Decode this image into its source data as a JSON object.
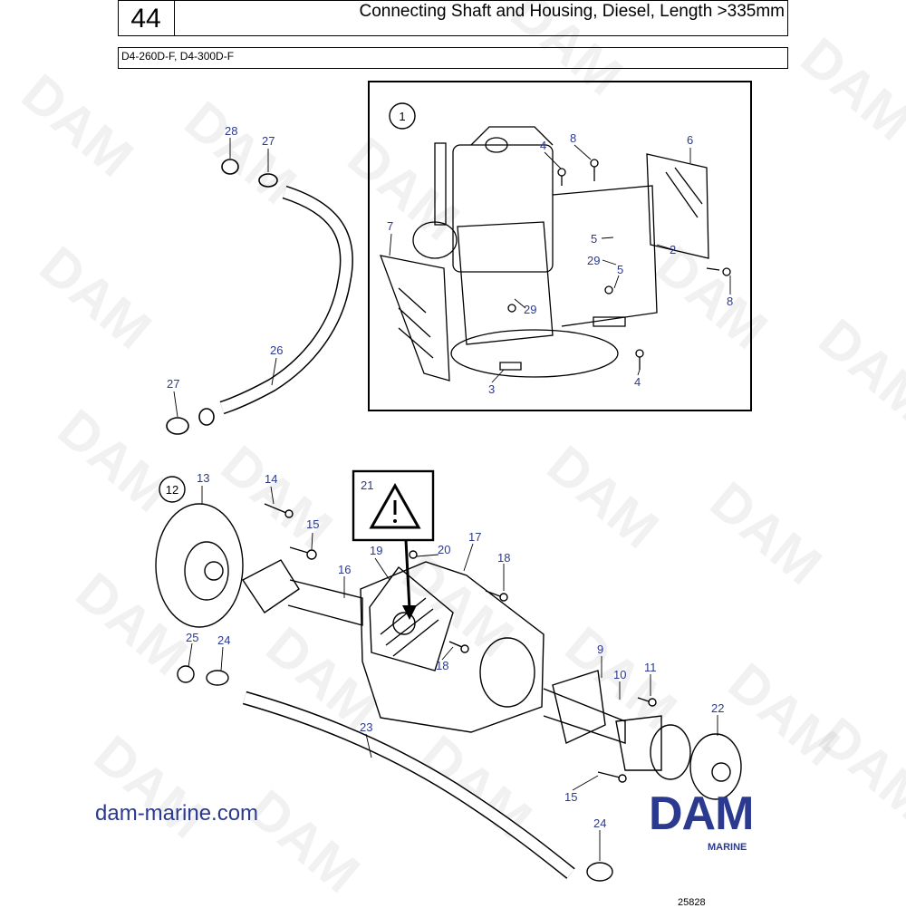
{
  "header": {
    "page_number": "44",
    "title": "Connecting Shaft and Housing, Diesel, Length >335mm",
    "models": "D4-260D-F, D4-300D-F"
  },
  "watermark": "DAM",
  "detail_views": {
    "view1": "1",
    "view2": "12"
  },
  "callouts": {
    "c28": "28",
    "c27a": "27",
    "c26": "26",
    "c27b": "27",
    "c4a": "4",
    "c8a": "8",
    "c6": "6",
    "c7": "7",
    "c5a": "5",
    "c2": "2",
    "c29a": "29",
    "c5b": "5",
    "c8b": "8",
    "c29b": "29",
    "c3": "3",
    "c4b": "4",
    "c13": "13",
    "c14": "14",
    "c15a": "15",
    "c21": "21",
    "c19": "19",
    "c20": "20",
    "c17": "17",
    "c16": "16",
    "c18a": "18",
    "c25": "25",
    "c24a": "24",
    "c18b": "18",
    "c9": "9",
    "c10": "10",
    "c11": "11",
    "c22": "22",
    "c23": "23",
    "c15b": "15",
    "c24b": "24"
  },
  "footer": {
    "url": "dam-marine.com",
    "logo_text": "DAM",
    "logo_subtext": "MARINE",
    "figure_number": "25828"
  },
  "colors": {
    "callout": "#2b3a8f",
    "logo": "#2b3a8f"
  }
}
